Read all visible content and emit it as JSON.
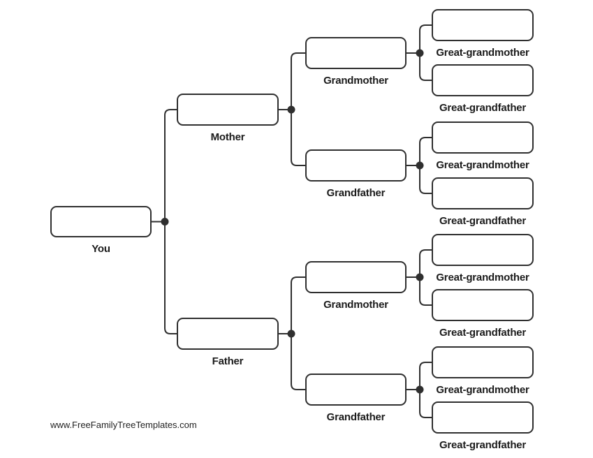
{
  "diagram": {
    "type": "family-tree-pedigree-chart",
    "generations": 4,
    "watermark": "www.FreeFamilyTreeTemplates.com",
    "colors": {
      "line": "#2f2f2f",
      "box_border": "#2f2f2f",
      "box_fill": "#ffffff",
      "background": "#ffffff",
      "label_text": "#1b1b1b",
      "watermark_text": "#222222"
    },
    "nodes": [
      {
        "id": "you",
        "label": "You"
      },
      {
        "id": "mother",
        "label": "Mother"
      },
      {
        "id": "father",
        "label": "Father"
      },
      {
        "id": "maternal-grandmother",
        "label": "Grandmother"
      },
      {
        "id": "maternal-grandfather",
        "label": "Grandfather"
      },
      {
        "id": "paternal-grandmother",
        "label": "Grandmother"
      },
      {
        "id": "paternal-grandfather",
        "label": "Grandfather"
      },
      {
        "id": "great-grandmother-1",
        "label": "Great-grandmother"
      },
      {
        "id": "great-grandfather-1",
        "label": "Great-grandfather"
      },
      {
        "id": "great-grandmother-2",
        "label": "Great-grandmother"
      },
      {
        "id": "great-grandfather-2",
        "label": "Great-grandfather"
      },
      {
        "id": "great-grandmother-3",
        "label": "Great-grandmother"
      },
      {
        "id": "great-grandfather-3",
        "label": "Great-grandfather"
      },
      {
        "id": "great-grandmother-4",
        "label": "Great-grandmother"
      },
      {
        "id": "great-grandfather-4",
        "label": "Great-grandfather"
      }
    ]
  }
}
